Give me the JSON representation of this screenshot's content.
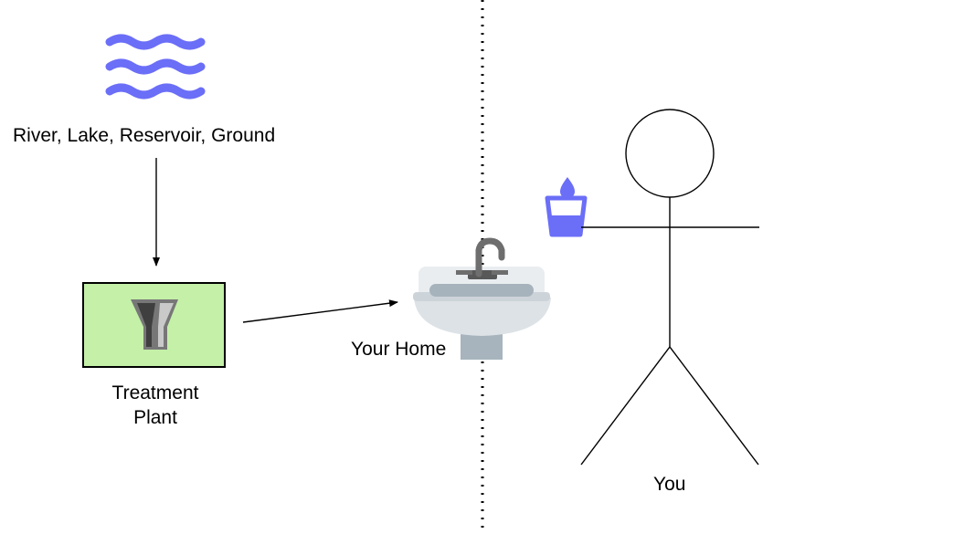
{
  "labels": {
    "source": "River, Lake, Reservoir, Ground",
    "plant_line1": "Treatment",
    "plant_line2": "Plant",
    "home": "Your Home",
    "you": "You"
  },
  "icons": {
    "water": "water-waves-icon",
    "filter": "filter-funnel-icon",
    "sink": "sink-icon",
    "glass": "water-glass-icon",
    "person": "stick-figure"
  },
  "colors": {
    "accent": "#6b6ef7",
    "plant_fill": "#c4f0a8",
    "stroke": "#000000"
  }
}
